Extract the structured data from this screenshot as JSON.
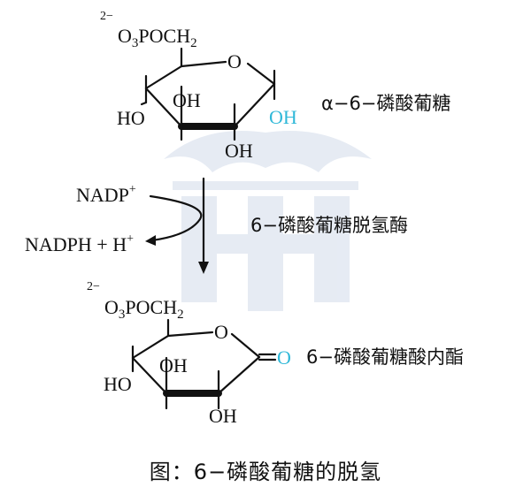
{
  "top_molecule": {
    "charge": "2−",
    "group_O": "O",
    "group_sub3": "3",
    "group_POCH": "POCH",
    "group_sub2": "2",
    "ring_O": "O",
    "oh_left": "HO",
    "oh_upper": "OH",
    "oh_anomeric": "OH",
    "oh_bottom": "OH",
    "name": "α−6−磷酸葡糖"
  },
  "cofactors": {
    "nadp": "NADP",
    "nadp_charge": "+",
    "nadph": "NADPH + H",
    "h_charge": "+"
  },
  "enzyme": "6−磷酸葡糖脱氢酶",
  "bottom_molecule": {
    "charge": "2−",
    "group_O": "O",
    "group_sub3": "3",
    "group_POCH": "POCH",
    "group_sub2": "2",
    "ring_O": "O",
    "carbonyl_O": "O",
    "oh_left": "HO",
    "oh_upper": "OH",
    "oh_bottom": "OH",
    "name": "6−磷酸葡糖酸内酯"
  },
  "caption": "图：6−磷酸葡糖的脱氢",
  "colors": {
    "highlight": "#2fb8d8",
    "watermark": "#e2e8f2",
    "ink": "#111111"
  }
}
